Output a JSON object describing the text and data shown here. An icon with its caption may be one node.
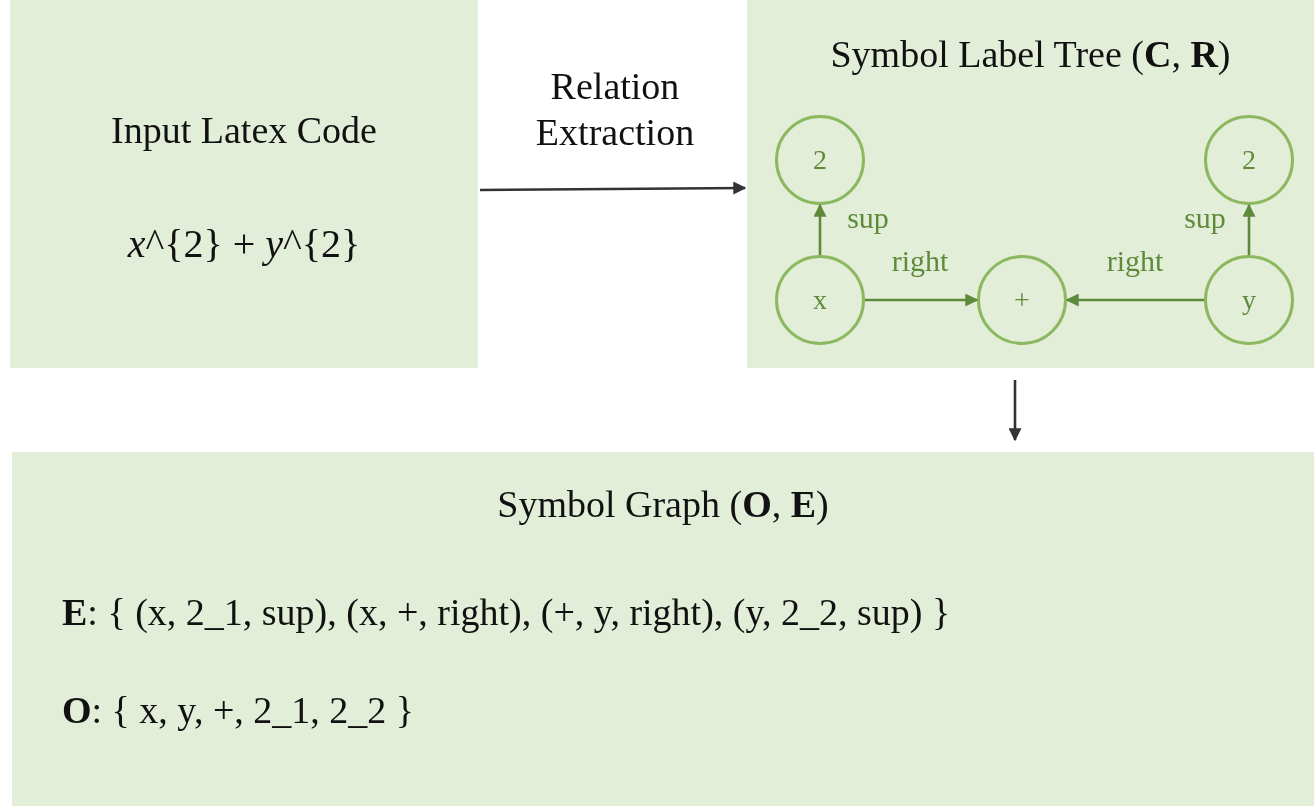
{
  "diagram": {
    "nodes": [
      {
        "text": [
          "Input Latex Code",
          "*x*^{2} + *y*^{2}"
        ]
      },
      {
        "text": [
          "Symbol Label Tree (**C**, **R**)"
        ]
      },
      {
        "text": [
          "2"
        ],
        "in": 1
      },
      {
        "text": [
          "2"
        ],
        "in": 1
      },
      {
        "text": [
          "x"
        ],
        "in": 1
      },
      {
        "text": [
          "+"
        ],
        "in": 1
      },
      {
        "text": [
          "y"
        ],
        "in": 1
      },
      {
        "text": [
          "Symbol Graph (**O**, **E**)",
          "**E**: { (x, 2_1, sup), (x, +, right), (+, y, right), (y, 2_2, sup) }",
          "**O**: { x, y, +, 2_1, 2_2 }"
        ]
      }
    ],
    "edges": [
      {
        "from": 0,
        "to": 1,
        "arrow": "to",
        "label": "Relation Extraction"
      },
      {
        "from": 4,
        "to": 2,
        "arrow": "to",
        "label": "sup"
      },
      {
        "from": 4,
        "to": 5,
        "arrow": "to",
        "label": "right"
      },
      {
        "from": 6,
        "to": 5,
        "arrow": "to",
        "label": "right"
      },
      {
        "from": 6,
        "to": 3,
        "arrow": "to",
        "label": "sup"
      },
      {
        "from": 1,
        "to": 7,
        "arrow": "to"
      }
    ]
  }
}
